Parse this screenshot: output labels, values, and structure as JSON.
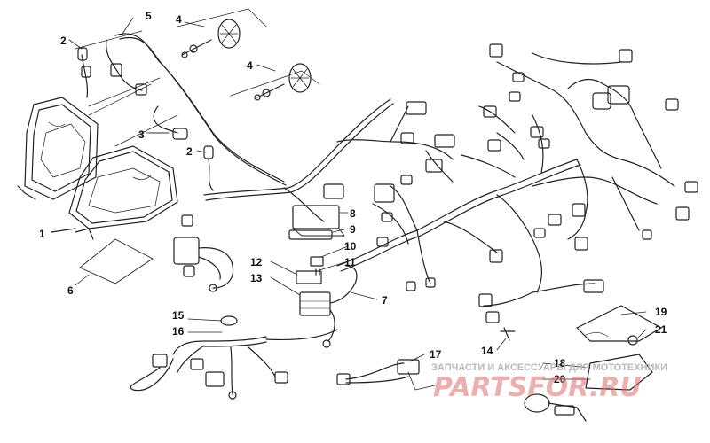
{
  "callouts": [
    "1",
    "2",
    "2",
    "3",
    "4",
    "4",
    "5",
    "6",
    "7",
    "8",
    "9",
    "10",
    "11",
    "12",
    "13",
    "14",
    "15",
    "16",
    "17",
    "18",
    "19",
    "20",
    "21"
  ],
  "watermark": {
    "subtitle": "ЗАПЧАСТИ И АКСЕССУАРЫ ДЛЯ МОТОТЕХНИКИ",
    "brand": "PARTSFOR.RU"
  },
  "colors": {
    "line": "#222222",
    "watermark": "#d97070"
  }
}
